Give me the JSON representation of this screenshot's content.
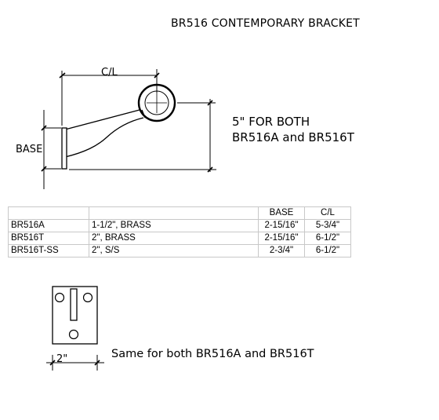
{
  "title": "BR516 CONTEMPORARY BRACKET",
  "side_view": {
    "cl_label": "C/L",
    "base_label": "BASE",
    "height_note_line1": "5\" FOR BOTH",
    "height_note_line2": "BR516A and BR516T"
  },
  "spec_table": {
    "headers": [
      "",
      "",
      "BASE",
      "C/L"
    ],
    "rows": [
      [
        "BR516A",
        "1-1/2\", BRASS",
        "2-15/16\"",
        "5-3/4\""
      ],
      [
        "BR516T",
        "2\", BRASS",
        "2-15/16\"",
        "6-1/2\""
      ],
      [
        "BR516T-SS",
        "2\", S/S",
        "2-3/4\"",
        "6-1/2\""
      ]
    ]
  },
  "front_view": {
    "width_label": "2\"",
    "note": "Same for both BR516A and BR516T"
  }
}
